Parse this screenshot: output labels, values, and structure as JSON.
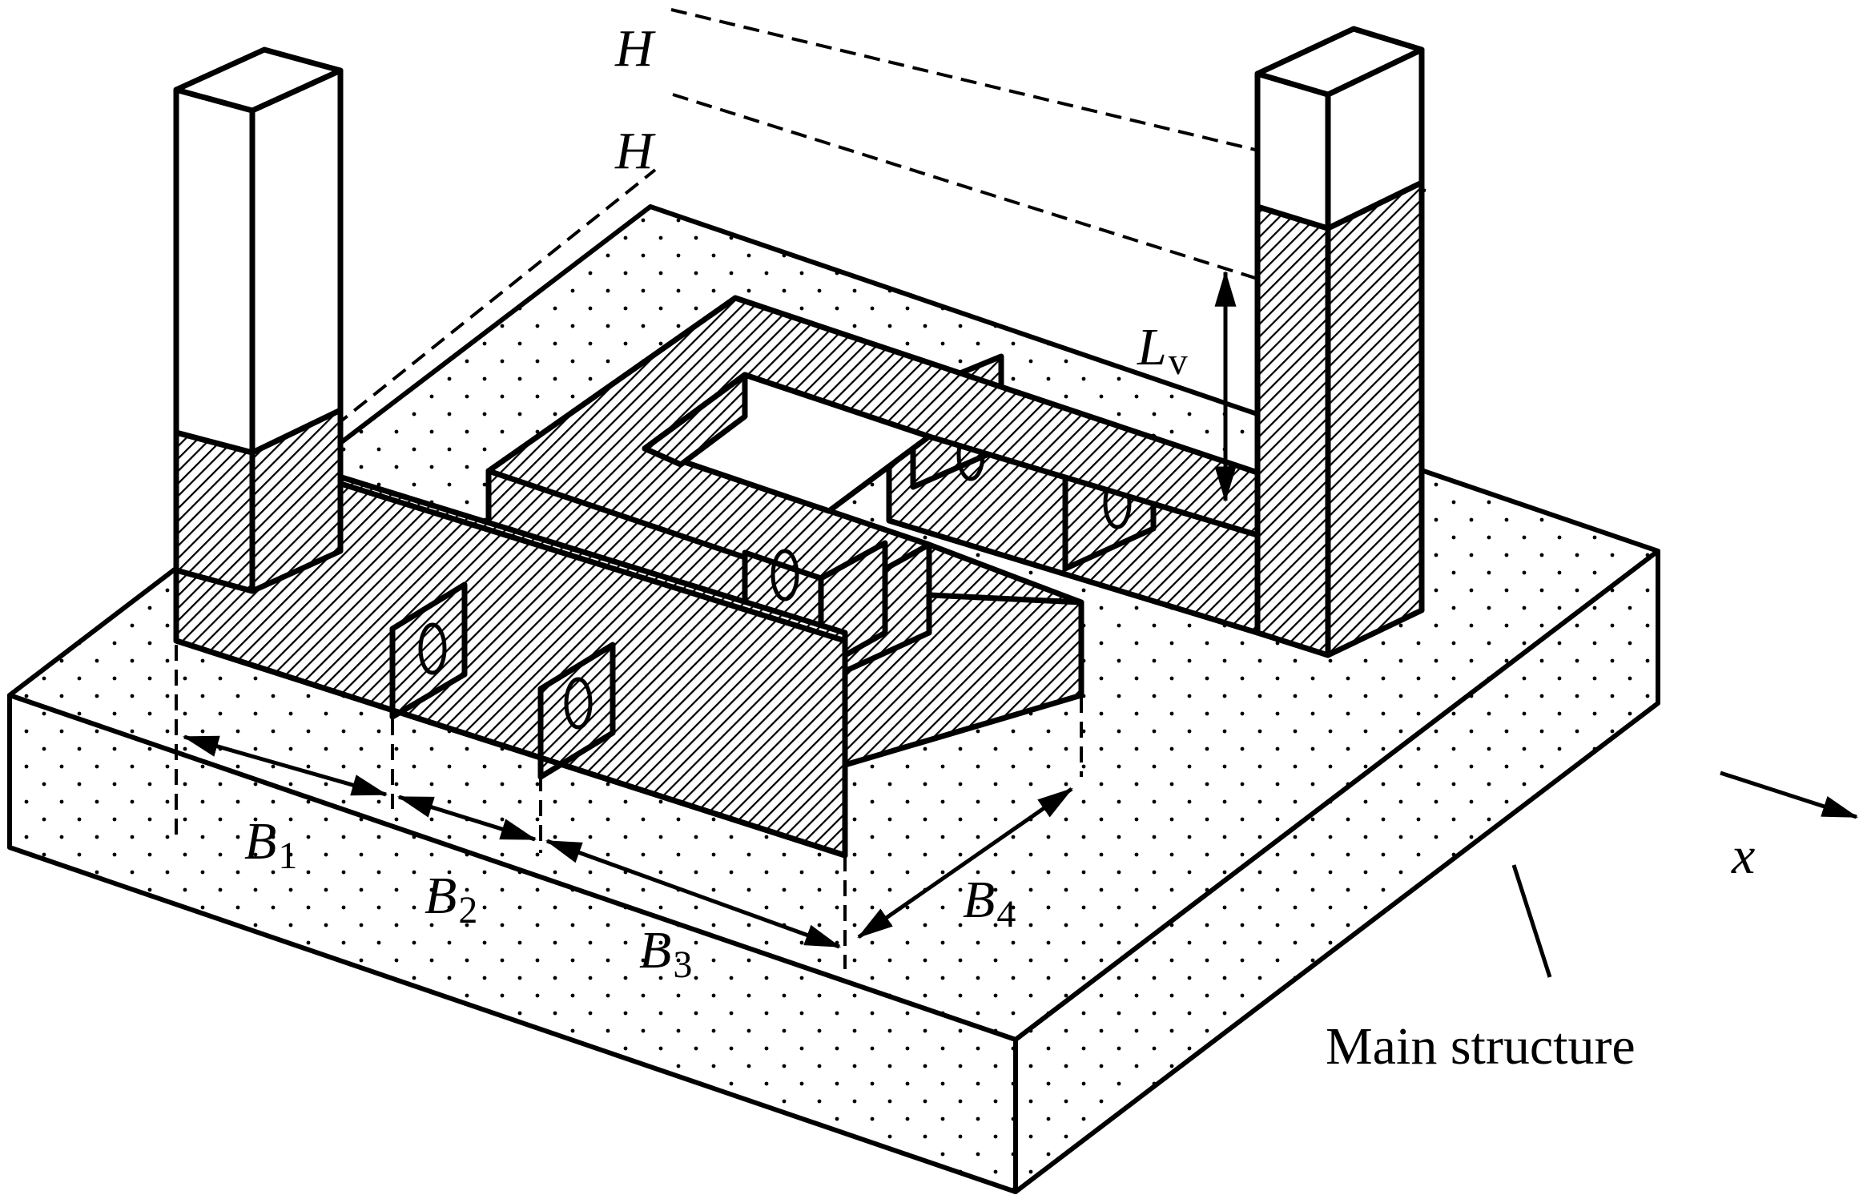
{
  "labels": {
    "h_upper": "H",
    "h_lower": "H",
    "lv_main": "L",
    "lv_sub": "v",
    "b1_main": "B",
    "b1_sub": "1",
    "b2_main": "B",
    "b2_sub": "2",
    "b3_main": "B",
    "b3_sub": "3",
    "b4_main": "B",
    "b4_sub": "4",
    "x_axis": "x",
    "main_structure": "Main structure"
  }
}
